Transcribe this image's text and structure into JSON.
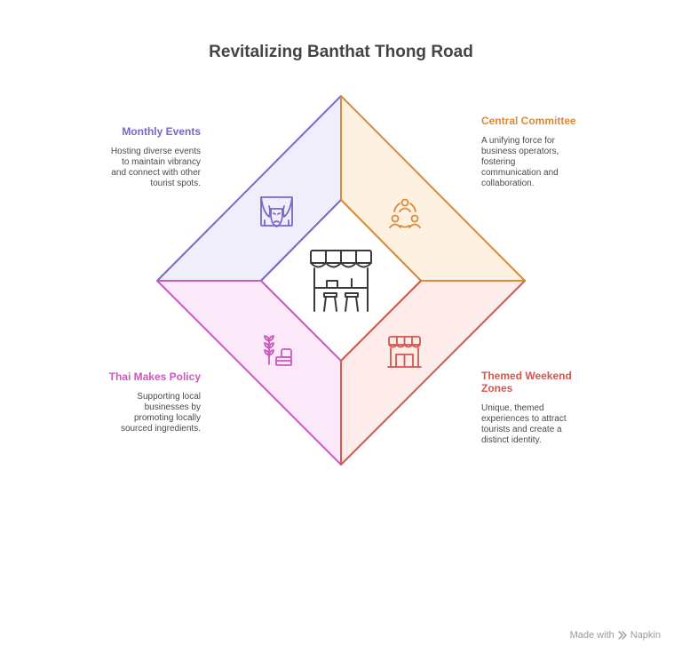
{
  "title": "Revitalizing Banthat Thong Road",
  "colors": {
    "purple": "#7b66cc",
    "orange": "#d98a3a",
    "red": "#d5564b",
    "pink": "#c95bbd",
    "purple_fill": "#f1eefc",
    "orange_fill": "#fdf1e1",
    "red_fill": "#fdecea",
    "pink_fill": "#fbe8f8",
    "title": "#444444",
    "body_text": "#4a4a4a",
    "center_icon": "#3a3a3a"
  },
  "center": {
    "icon": "market-stall-icon"
  },
  "quadrants": {
    "monthly_events": {
      "heading": "Monthly Events",
      "lines": [
        "Hosting diverse events",
        "to maintain vibrancy",
        "and connect with other",
        "tourist spots."
      ],
      "icon": "theater-curtain-mask-icon"
    },
    "central_committee": {
      "heading": "Central Committee",
      "lines": [
        "A unifying force for",
        "business operators,",
        "fostering",
        "communication and",
        "collaboration."
      ],
      "icon": "people-network-icon"
    },
    "thai_makes": {
      "heading": "Thai Makes Policy",
      "lines": [
        "Supporting local",
        "businesses by",
        "promoting locally",
        "sourced ingredients."
      ],
      "icon": "wheat-ingredients-icon"
    },
    "themed_weekend": {
      "heading_lines": [
        "Themed Weekend",
        "Zones"
      ],
      "lines": [
        "Unique, themed",
        "experiences to attract",
        "tourists and create a",
        "distinct identity."
      ],
      "icon": "storefront-icon"
    }
  },
  "watermark": {
    "text": "Made with",
    "brand": "Napkin",
    "icon": "napkin-logo-icon"
  }
}
